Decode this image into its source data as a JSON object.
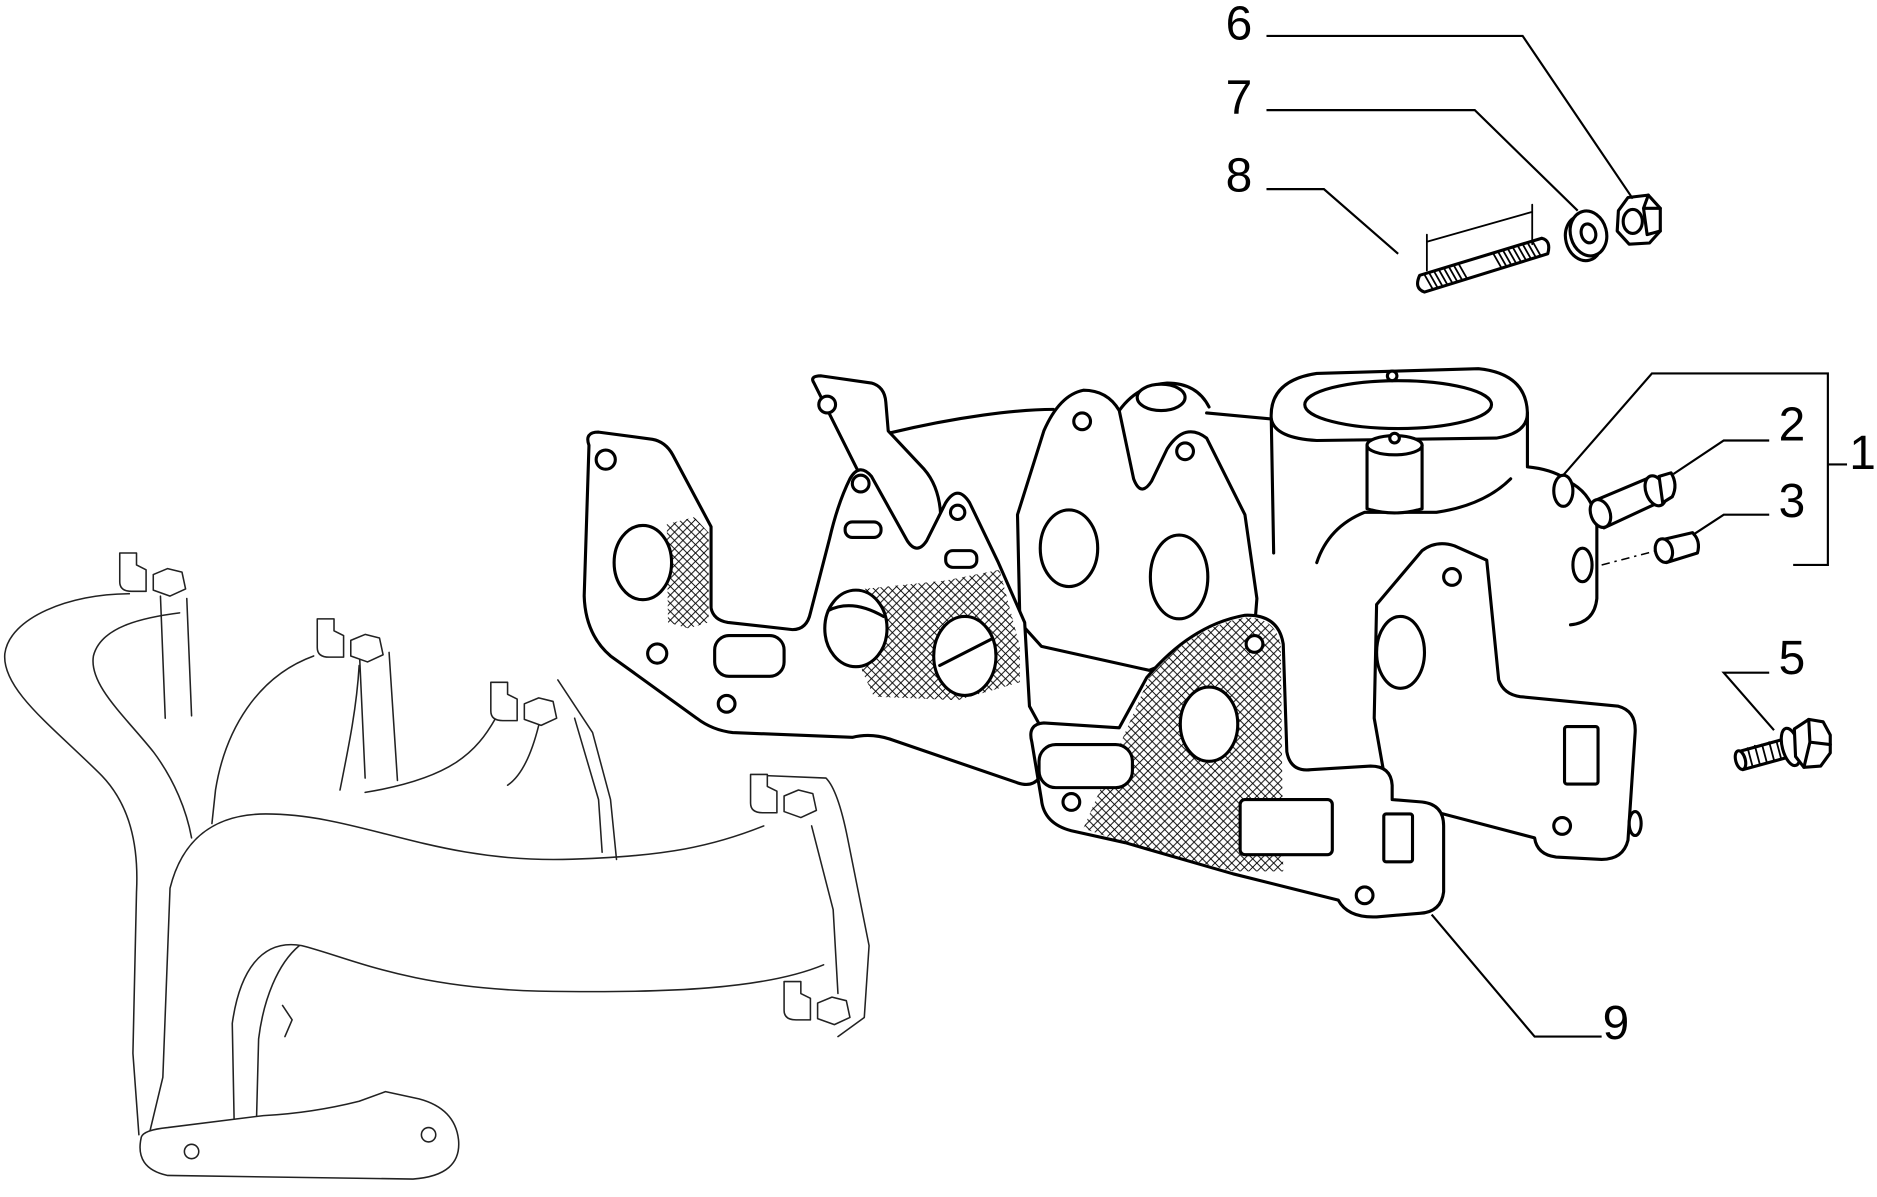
{
  "diagram": {
    "callouts": [
      {
        "label": "6"
      },
      {
        "label": "7"
      },
      {
        "label": "8"
      },
      {
        "label": "2"
      },
      {
        "label": "3"
      },
      {
        "label": "1"
      },
      {
        "label": "5"
      },
      {
        "label": "9"
      }
    ]
  },
  "colors": {
    "line": "#000000",
    "exhaust_line": "#222222",
    "background": "#ffffff"
  }
}
